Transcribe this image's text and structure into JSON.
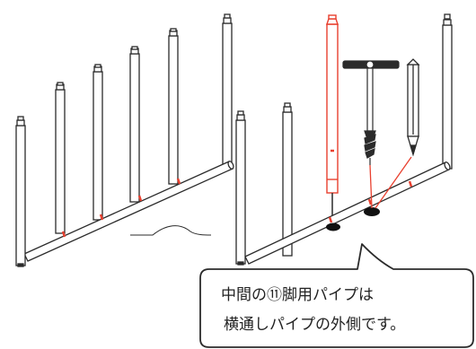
{
  "diagram": {
    "callout": {
      "line1": "中間の⑪脚用パイプは",
      "line2": "横通しパイプの外側です。"
    },
    "colors": {
      "outline": "#2b2b2b",
      "accent": "#e8402f",
      "hole": "#111111",
      "background": "#ffffff"
    },
    "icons": [
      "pipe-leg-icon",
      "crossbar-pipe-icon",
      "t-handle-auger-icon",
      "ground-stake-icon",
      "ground-hole-icon",
      "speech-bubble"
    ]
  }
}
